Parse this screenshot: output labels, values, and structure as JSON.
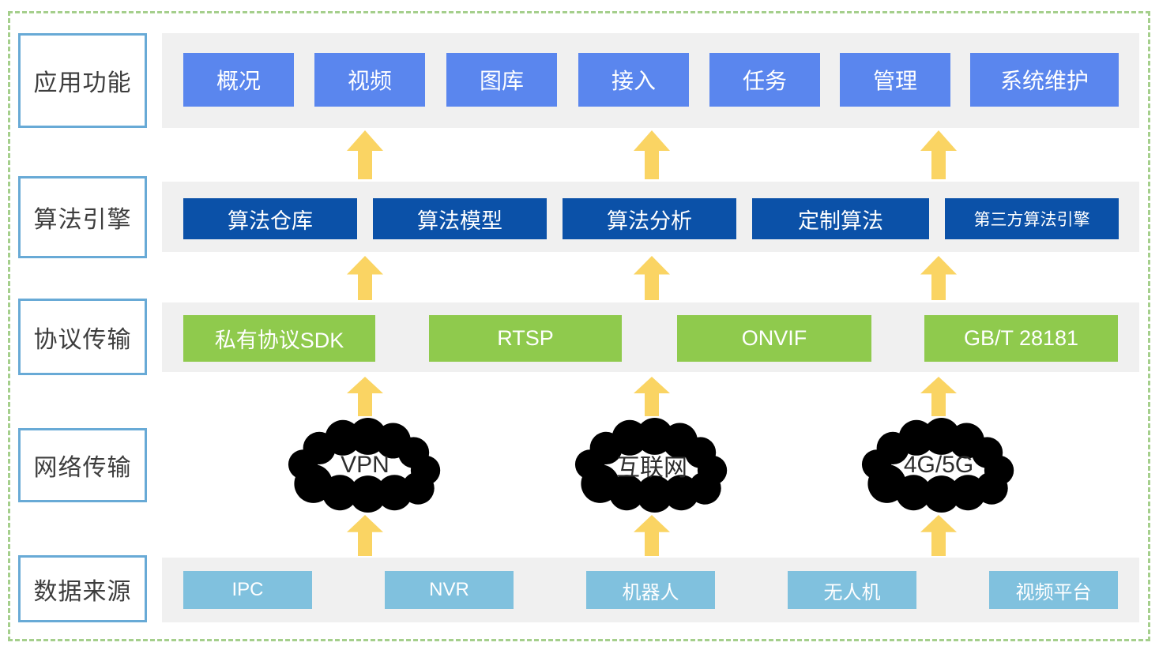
{
  "app": {
    "title": "应用功能",
    "items": [
      "概况",
      "视频",
      "图库",
      "接入",
      "任务",
      "管理",
      "系统维护"
    ]
  },
  "engine": {
    "title": "算法引擎",
    "items": [
      "算法仓库",
      "算法模型",
      "算法分析",
      "定制算法",
      "第三方算法引擎"
    ]
  },
  "protocol": {
    "title": "协议传输",
    "items": [
      "私有协议SDK",
      "RTSP",
      "ONVIF",
      "GB/T 28181"
    ]
  },
  "network": {
    "title": "网络传输",
    "clouds": [
      "VPN",
      "互联网",
      "4G/5G"
    ]
  },
  "source": {
    "title": "数据来源",
    "items": [
      "IPC",
      "NVR",
      "机器人",
      "无人机",
      "视频平台"
    ]
  },
  "colors": {
    "app_button": "#5a86ee",
    "engine_button": "#0b51a8",
    "protocol_button": "#8fca4d",
    "source_button": "#80c1de",
    "arrow": "#fad463",
    "cloud_outline": "#5b9bd5",
    "label_border": "#68aad6",
    "band_bg": "#f0f0f0",
    "border_dashed": "#a5cf8c"
  }
}
